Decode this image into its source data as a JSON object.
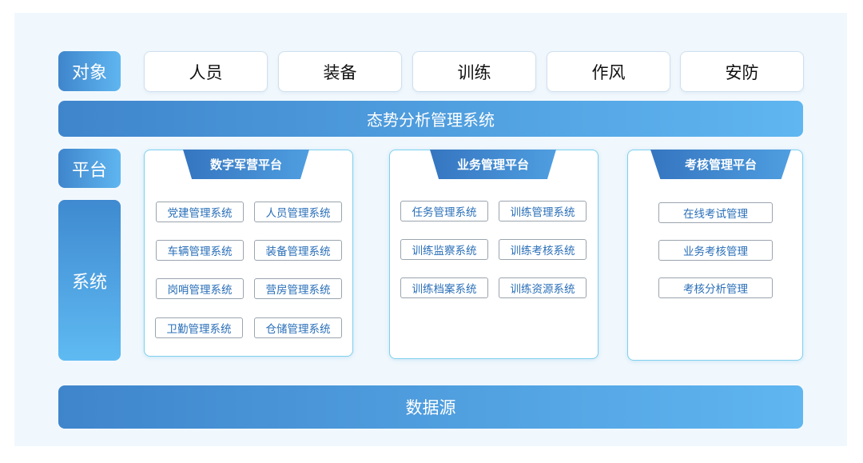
{
  "labels": {
    "target": "对象",
    "platform": "平台",
    "system": "系统"
  },
  "targets": [
    "人员",
    "装备",
    "训练",
    "作风",
    "安防"
  ],
  "situation_system": "态势分析管理系统",
  "platforms": [
    {
      "title": "数字军营平台",
      "systems": [
        "党建管理系统",
        "人员管理系统",
        "车辆管理系统",
        "装备管理系统",
        "岗哨管理系统",
        "营房管理系统",
        "卫勤管理系统",
        "仓储管理系统"
      ]
    },
    {
      "title": "业务管理平台",
      "systems": [
        "任务管理系统",
        "训练管理系统",
        "训练监察系统",
        "训练考核系统",
        "训练档案系统",
        "训练资源系统"
      ]
    },
    {
      "title": "考核管理平台",
      "systems": [
        "在线考试管理",
        "业务考核管理",
        "考核分析管理"
      ]
    }
  ],
  "data_source": "数据源",
  "colors": {
    "bar_start": "#3f85cc",
    "bar_end": "#5fb6f0",
    "card_border": "#7fd0ee",
    "button_text": "#2a6fb8"
  }
}
